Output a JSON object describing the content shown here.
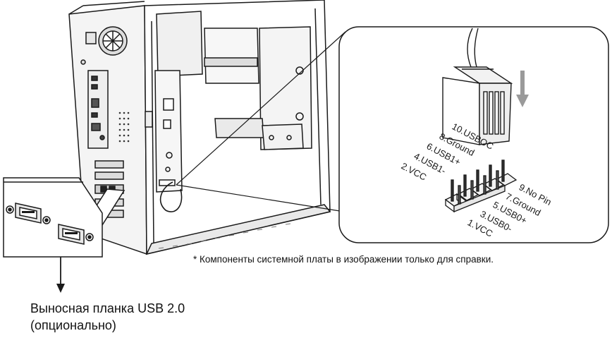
{
  "caption": "* Компоненты системной платы в изображении только для справки.",
  "bracket": {
    "line1": "Выносная планка USB 2.0",
    "line2": "(опционально)"
  },
  "pins_top": [
    "10.USBOC",
    "8.Ground",
    "6.USB1+",
    "4.USB1-",
    "2.VCC"
  ],
  "pins_bottom": [
    "9.No Pin",
    "7.Ground",
    "5.USB0+",
    "3.USB0-",
    "1.VCC"
  ],
  "icons": [
    "pc-case-icon",
    "usb-bracket-icon",
    "pin-header-icon",
    "connector-plug-icon",
    "arrow-down-icon"
  ]
}
